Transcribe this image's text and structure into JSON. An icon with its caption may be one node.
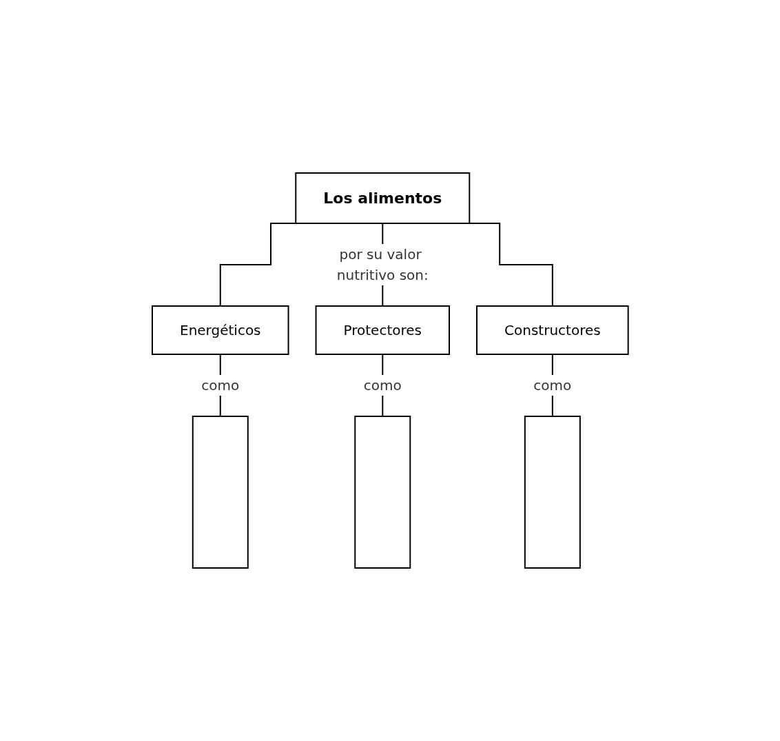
{
  "diagram": {
    "nodes": [
      {
        "text": [
          "Los alimentos"
        ]
      },
      {
        "text": [
          "Energéticos"
        ]
      },
      {
        "text": [
          "Protectores"
        ]
      },
      {
        "text": [
          "Constructores"
        ]
      },
      {
        "text": [],
        "shape": "box"
      },
      {
        "text": [],
        "shape": "box"
      },
      {
        "text": [],
        "shape": "box"
      }
    ],
    "edges": [
      {
        "from": 0,
        "to": 1,
        "arrow": "none"
      },
      {
        "from": 0,
        "to": 2,
        "arrow": "none",
        "label": "por su valor nutritivo son:"
      },
      {
        "from": 0,
        "to": 3,
        "arrow": "none"
      },
      {
        "from": 1,
        "to": 4,
        "arrow": "none",
        "label": "como"
      },
      {
        "from": 2,
        "to": 5,
        "arrow": "none",
        "label": "como"
      },
      {
        "from": 3,
        "to": 6,
        "arrow": "none",
        "label": "como"
      }
    ]
  }
}
